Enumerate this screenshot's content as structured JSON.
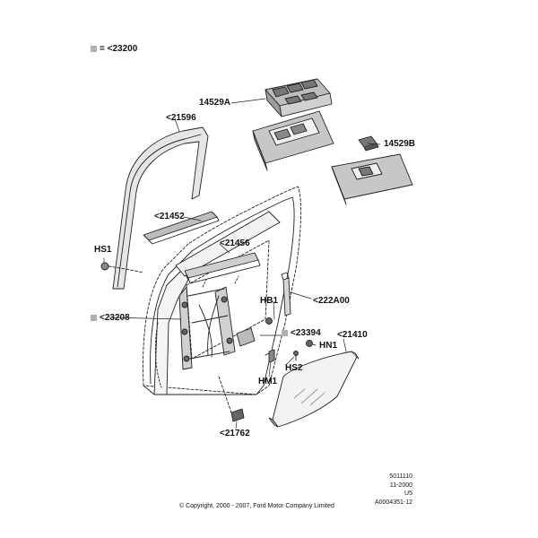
{
  "legend": {
    "swatch_color": "#b0b0b0",
    "text": "= <23200"
  },
  "labels": {
    "p14529A": "14529A",
    "p21596": "<21596",
    "p14529B": "14529B",
    "p21452": "<21452",
    "p21456": "<21456",
    "hs1": "HS1",
    "hb1": "HB1",
    "p222A00": "<222A00",
    "p23208": "<23208",
    "p23394": "<23394",
    "p21410": "<21410",
    "hn1": "HN1",
    "hs2": "HS2",
    "hm1": "HM1",
    "p21762": "<21762"
  },
  "reference": {
    "line1": "5011110",
    "line2": "11-2000",
    "line3": "U5",
    "line4": "A0004351-12"
  },
  "copyright": "© Copyright, 2000 - 2007, Ford Motor Company Limited",
  "colors": {
    "stroke": "#222222",
    "part_fill": "#e6e6e6",
    "shade": "#b8b8b8",
    "dark": "#555555"
  }
}
